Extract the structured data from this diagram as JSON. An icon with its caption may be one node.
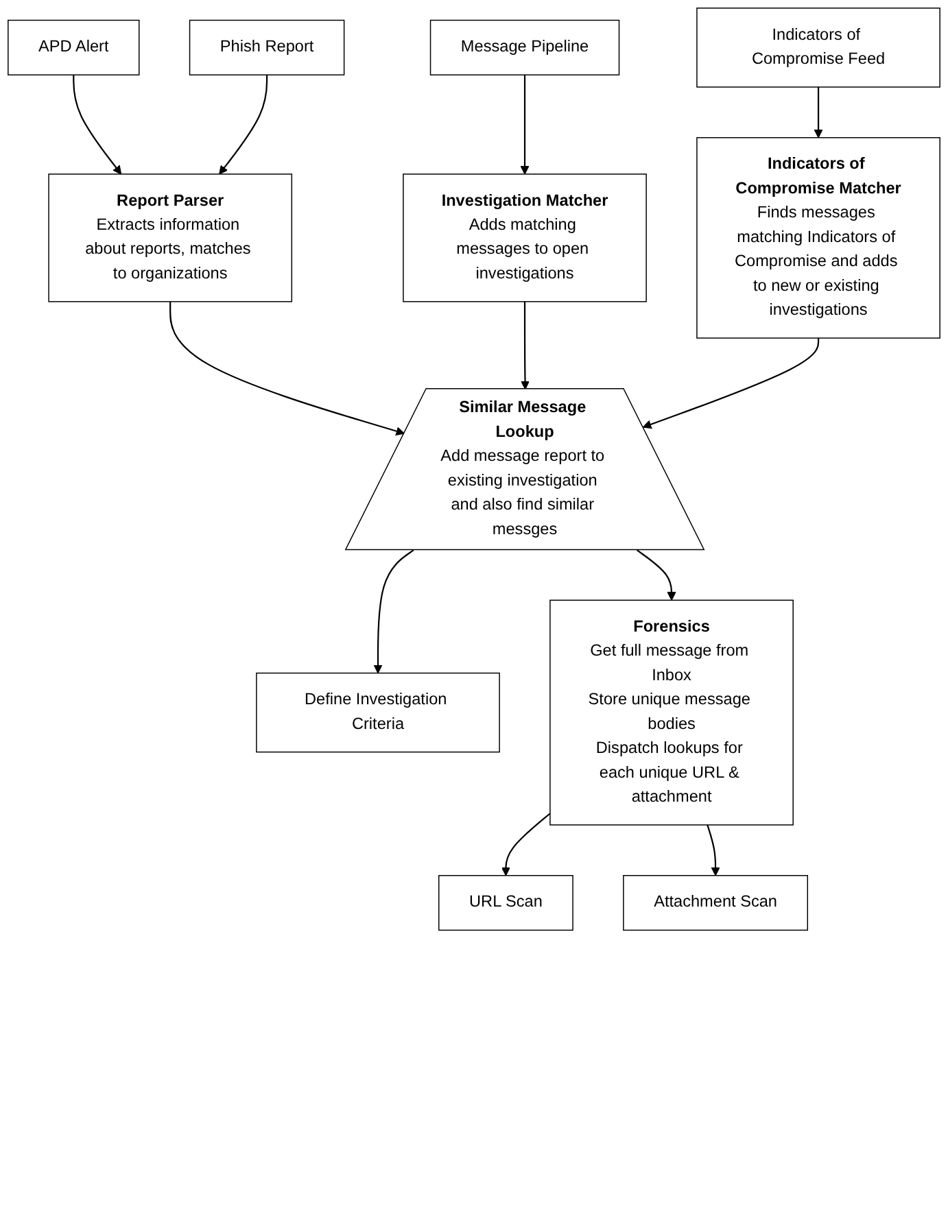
{
  "diagram": {
    "nodes": [
      {
        "text": [
          "APD Alert"
        ]
      },
      {
        "text": [
          "Phish Report"
        ]
      },
      {
        "text": [
          "Message Pipeline"
        ]
      },
      {
        "text": [
          "Indicators of Compromise Feed"
        ]
      },
      {
        "text": [
          "Report Parser",
          "Extracts information about reports, matches to organizations"
        ]
      },
      {
        "text": [
          "Investigation Matcher",
          "Adds matching messages to open investigations"
        ]
      },
      {
        "text": [
          "Indicators of Compromise Matcher",
          "Finds messages matching Indicators of Compromise and adds to new or existing investigations"
        ]
      },
      {
        "text": [
          "Similar Message Lookup",
          "Add message report to existing investigation and also find similar messges"
        ]
      },
      {
        "text": [
          "Define Investigation Criteria"
        ]
      },
      {
        "text": [
          "Forensics",
          "Get full message from Inbox",
          "Store unique message bodies",
          "Dispatch lookups for each unique URL & attachment"
        ]
      },
      {
        "text": [
          "URL Scan"
        ]
      },
      {
        "text": [
          "Attachment Scan"
        ]
      }
    ],
    "edges": [
      {
        "from": 0,
        "to": 4,
        "arrow": "to"
      },
      {
        "from": 1,
        "to": 4,
        "arrow": "to"
      },
      {
        "from": 2,
        "to": 5,
        "arrow": "to"
      },
      {
        "from": 3,
        "to": 6,
        "arrow": "to"
      },
      {
        "from": 4,
        "to": 7,
        "arrow": "to"
      },
      {
        "from": 5,
        "to": 7,
        "arrow": "to"
      },
      {
        "from": 6,
        "to": 7,
        "arrow": "to"
      },
      {
        "from": 7,
        "to": 8,
        "arrow": "to"
      },
      {
        "from": 7,
        "to": 9,
        "arrow": "to"
      },
      {
        "from": 9,
        "to": 10,
        "arrow": "to"
      },
      {
        "from": 9,
        "to": 11,
        "arrow": "to"
      }
    ]
  }
}
